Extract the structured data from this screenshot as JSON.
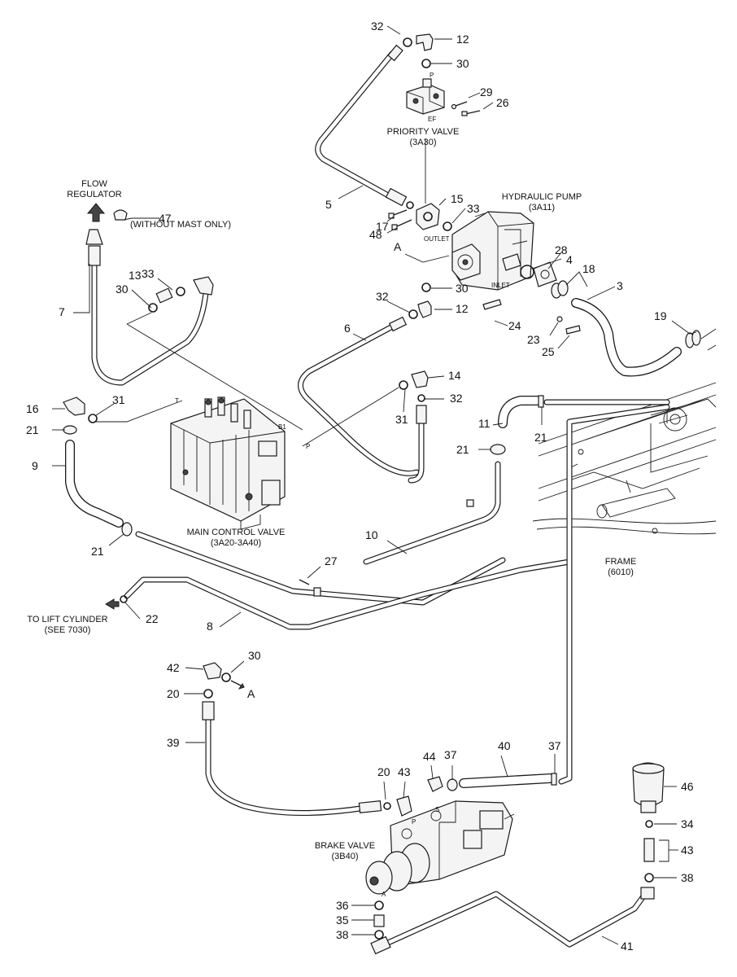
{
  "callouts": {
    "n3": "3",
    "n4": "4",
    "n5": "5",
    "n6": "6",
    "n7": "7",
    "n8": "8",
    "n9": "9",
    "n10": "10",
    "n11": "11",
    "n12a": "12",
    "n12b": "12",
    "n13": "13",
    "n14": "14",
    "n15": "15",
    "n16": "16",
    "n17": "17",
    "n18": "18",
    "n19": "19",
    "n20a": "20",
    "n20b": "20",
    "n21a": "21",
    "n21b": "21",
    "n21c": "21",
    "n21d": "21",
    "n22": "22",
    "n23": "23",
    "n24": "24",
    "n25": "25",
    "n26": "26",
    "n27": "27",
    "n28": "28",
    "n29": "29",
    "n30a": "30",
    "n30b": "30",
    "n30c": "30",
    "n30d": "30",
    "n31a": "31",
    "n31b": "31",
    "n32a": "32",
    "n32b": "32",
    "n32c": "32",
    "n33a": "33",
    "n33b": "33",
    "n34": "34",
    "n35": "35",
    "n36": "36",
    "n37a": "37",
    "n37b": "37",
    "n38a": "38",
    "n38b": "38",
    "n39": "39",
    "n40": "40",
    "n41": "41",
    "n42": "42",
    "n43a": "43",
    "n43b": "43",
    "n44": "44",
    "n46": "46",
    "n47": "47",
    "n48": "48",
    "refA1": "A",
    "refA2": "A"
  },
  "captions": {
    "priority_valve": [
      "PRIORITY VALVE",
      "(3A30)"
    ],
    "hydraulic_pump": [
      "HYDRAULIC PUMP",
      "(3A11)"
    ],
    "flow_regulator": [
      "FLOW",
      "REGULATOR"
    ],
    "without_mast": "(WITHOUT MAST ONLY)",
    "main_control_valve": [
      "MAIN CONTROL VALVE",
      "(3A20-3A40)"
    ],
    "frame": [
      "FRAME",
      "(6010)"
    ],
    "to_lift_cylinder": [
      "TO LIFT CYLINDER",
      "(SEE 7030)"
    ],
    "brake_valve": [
      "BRAKE VALVE",
      "(3B40)"
    ]
  },
  "port_labels": {
    "p_priority": "P",
    "ef_priority": "EF",
    "outlet": "OUTLET",
    "inlet": "INLET",
    "t_mcv": "T",
    "b1_mcv": "B1",
    "p_mcv": "P",
    "p_brake": "P",
    "s_brake": "S",
    "a_brake": "A"
  }
}
